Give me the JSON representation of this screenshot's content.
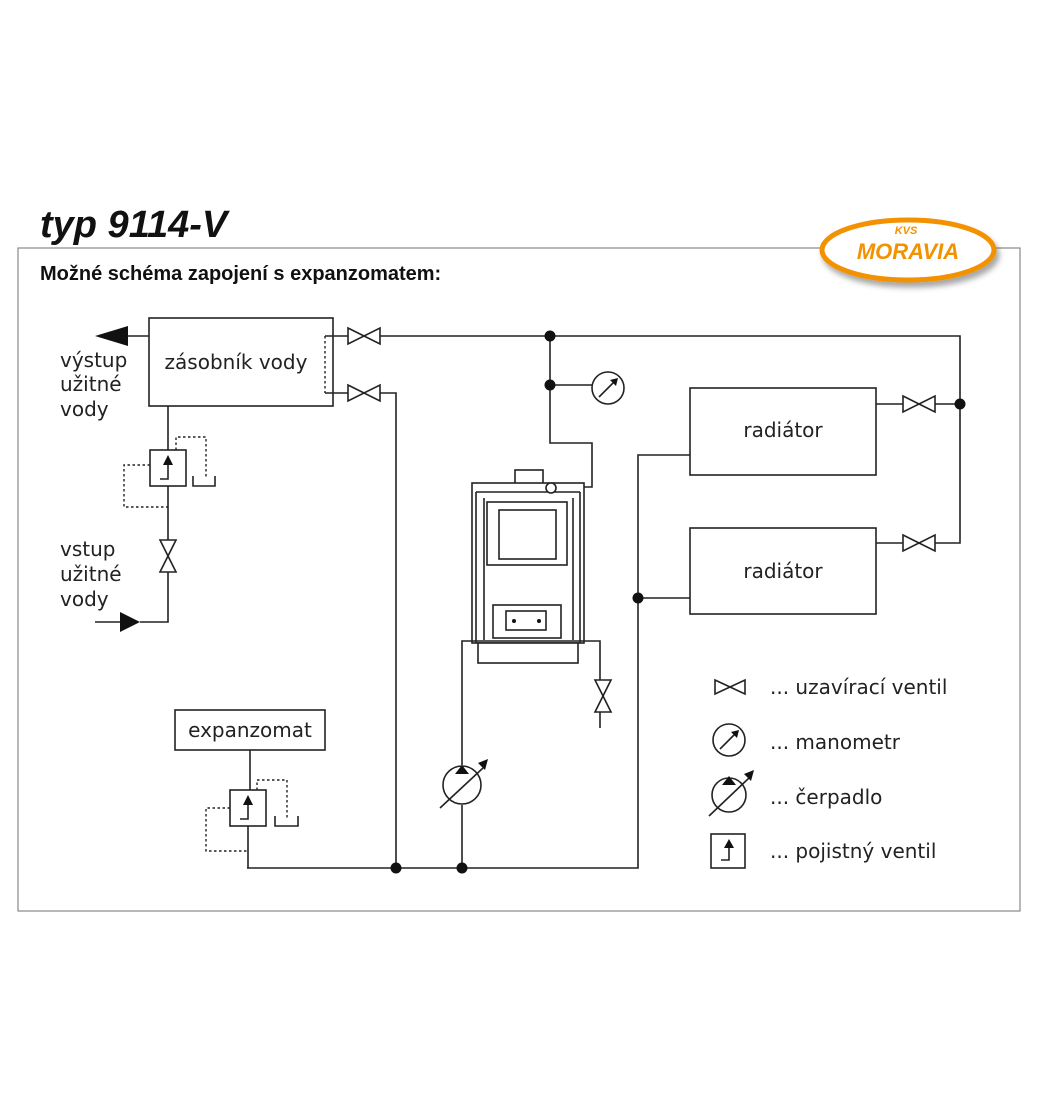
{
  "title": "typ 9114-V",
  "subtitle": "Možné schéma zapojení s expanzomatem:",
  "logo": {
    "top": "KVS",
    "main": "MORAVIA",
    "color": "#f39200"
  },
  "tank": {
    "label": "zásobník vody"
  },
  "outlet": {
    "lines": [
      "výstup",
      "užitné",
      "vody"
    ]
  },
  "inlet": {
    "lines": [
      "vstup",
      "užitné",
      "vody"
    ]
  },
  "expansion": {
    "label": "expanzomat"
  },
  "radiators": [
    {
      "label": "radiátor"
    },
    {
      "label": "radiátor"
    }
  ],
  "legend": [
    {
      "icon": "shutoff-valve-icon",
      "text": "... uzavírací ventil"
    },
    {
      "icon": "manometer-icon",
      "text": "... manometr"
    },
    {
      "icon": "pump-icon",
      "text": "... čerpadlo"
    },
    {
      "icon": "safety-valve-icon",
      "text": "... pojistný ventil"
    }
  ]
}
